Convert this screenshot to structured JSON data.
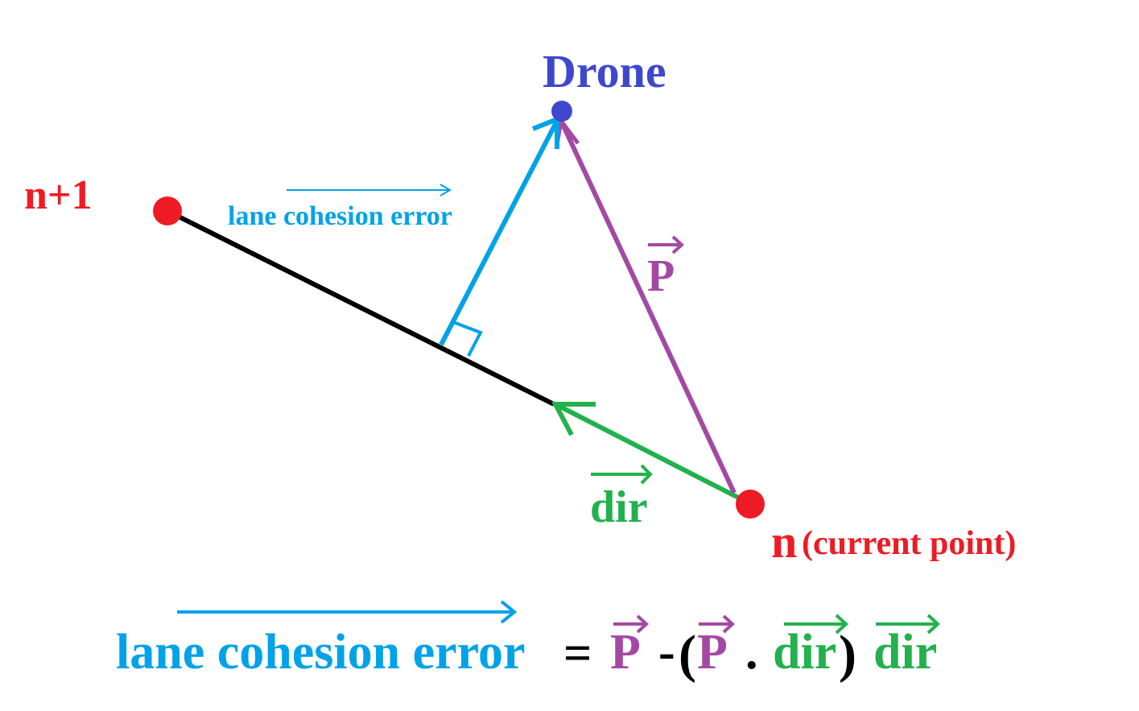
{
  "labels": {
    "drone": "Drone",
    "next_point": "n+1",
    "current_point": "n",
    "current_point_note": "(current point)",
    "error_small": "lane cohesion error",
    "p_vector": "P",
    "dir_vector": "dir"
  },
  "equation": {
    "lhs": "lane cohesion error",
    "equals": "=",
    "p1": "P",
    "minus": "-",
    "open_paren": "(",
    "p2": "P",
    "dot": ".",
    "dir1": "dir",
    "close_paren": ")",
    "dir2": "dir"
  },
  "colors": {
    "red": "#ed1c24",
    "blue_point": "#3f48cc",
    "cyan": "#00a2e8",
    "purple": "#a349a4",
    "green": "#22b14c",
    "black": "#000000"
  }
}
